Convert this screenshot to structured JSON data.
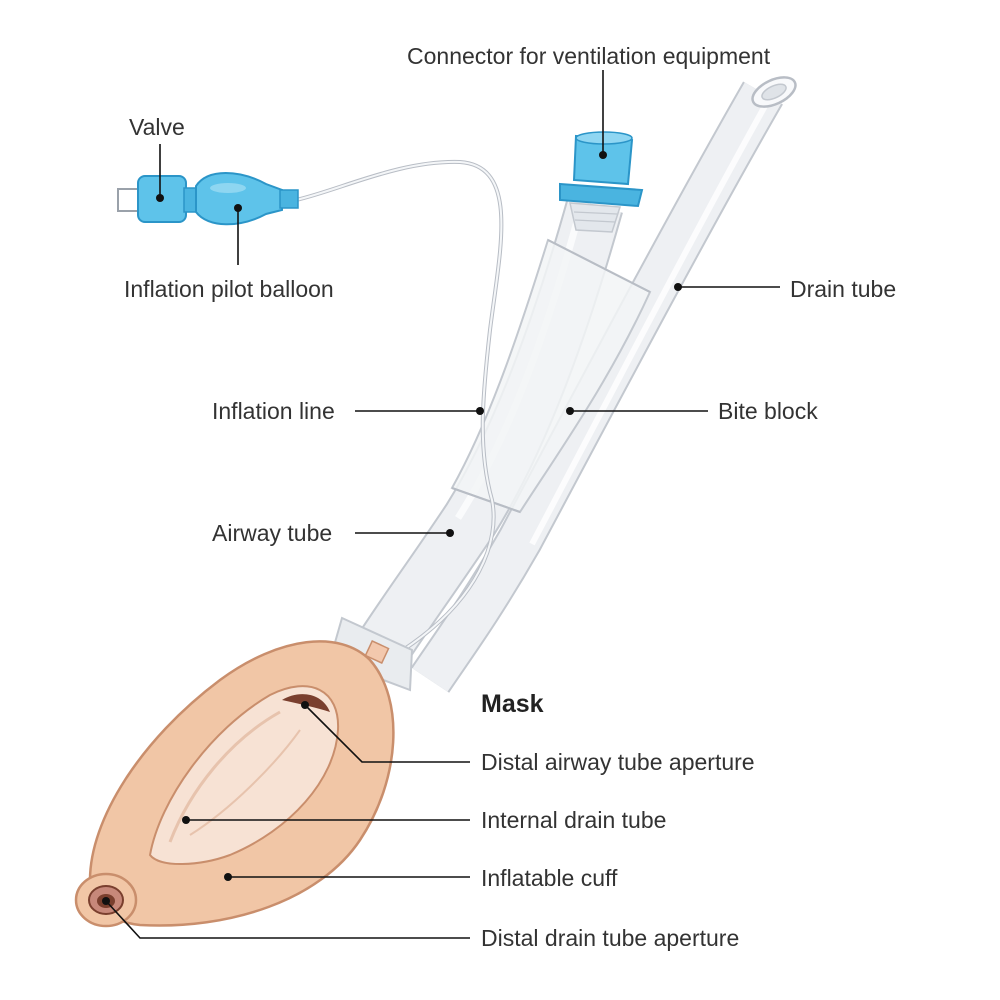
{
  "labels": {
    "connector": "Connector for ventilation equipment",
    "valve": "Valve",
    "pilot_balloon": "Inflation pilot balloon",
    "drain_tube": "Drain tube",
    "inflation_line": "Inflation line",
    "bite_block": "Bite block",
    "airway_tube": "Airway tube",
    "mask": "Mask",
    "distal_airway_aperture": "Distal airway tube aperture",
    "internal_drain_tube": "Internal drain tube",
    "inflatable_cuff": "Inflatable cuff",
    "distal_drain_aperture": "Distal drain tube aperture"
  },
  "colors": {
    "tube_fill": "#eef0f3",
    "tube_edge": "#c3c8cf",
    "connector_blue": "#5ec3ea",
    "connector_blue_dark": "#2b95c8",
    "cuff_fill": "#f1c6a6",
    "cuff_edge": "#c98e6c",
    "inner_fill": "#f7e2d4",
    "aperture_dark": "#7a3f2e"
  }
}
